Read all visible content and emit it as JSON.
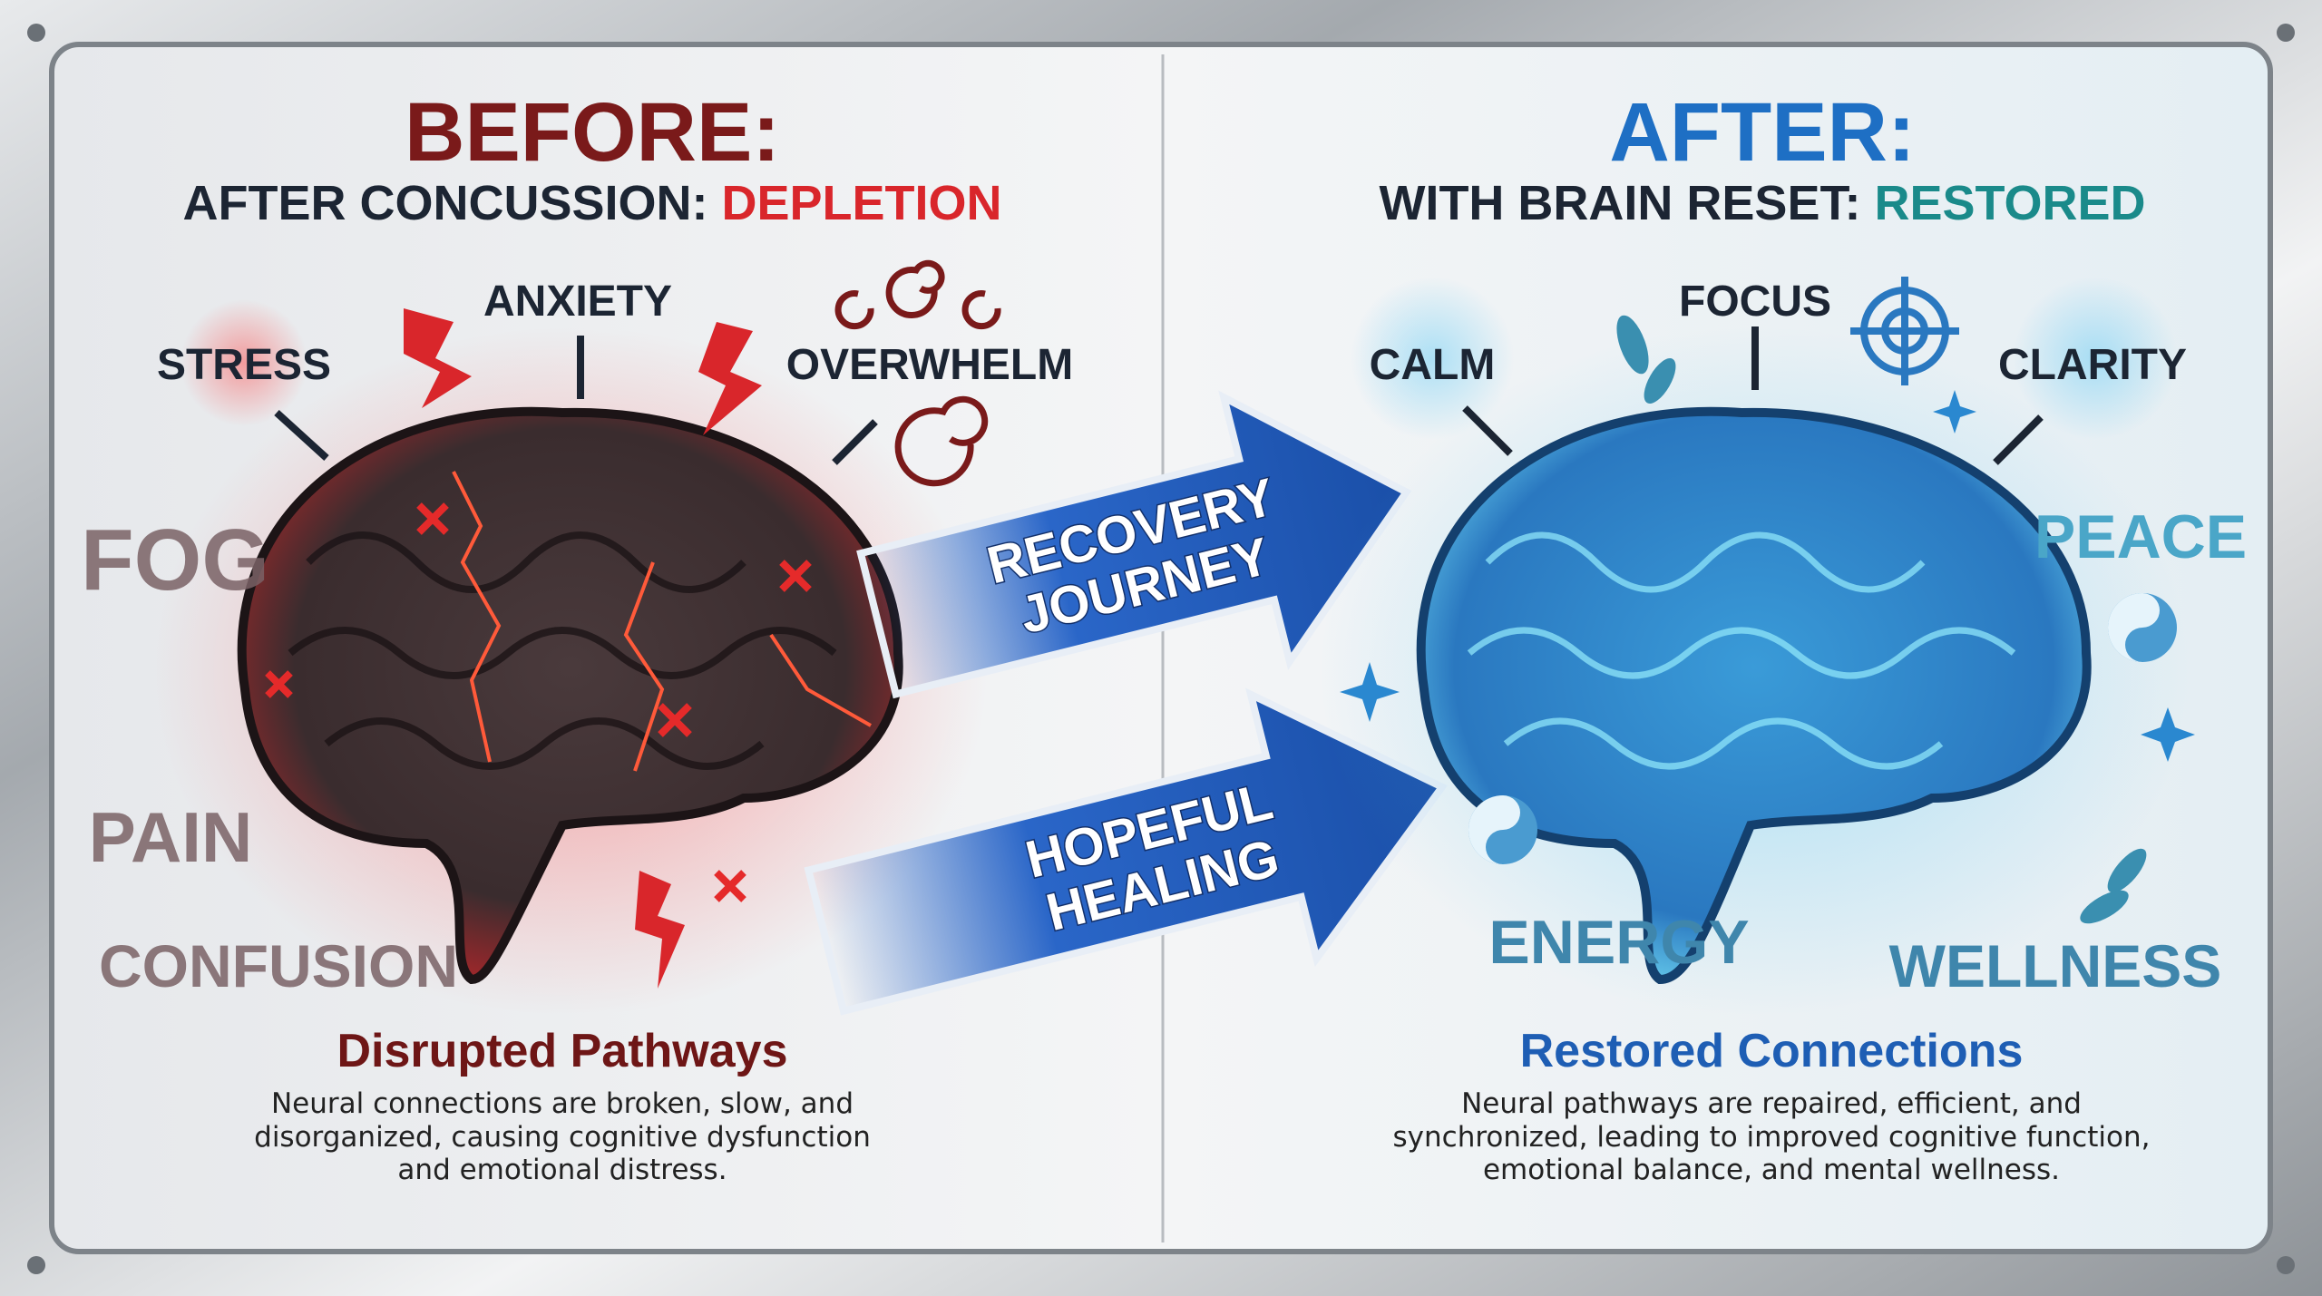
{
  "before": {
    "title": "BEFORE:",
    "subtitle_prefix": "AFTER CONCUSSION: ",
    "subtitle_highlight": "DEPLETION",
    "labels": [
      "STRESS",
      "ANXIETY",
      "OVERWHELM",
      "FOG",
      "PAIN",
      "CONFUSION"
    ],
    "heading": "Disrupted Pathways",
    "description": [
      "Neural connections are broken, slow, and",
      "disorganized, causing cognitive dysfunction",
      "and emotional distress."
    ]
  },
  "after": {
    "title": "AFTER:",
    "subtitle_prefix": "WITH BRAIN RESET: ",
    "subtitle_highlight": "RESTORED",
    "labels": [
      "CALM",
      "FOCUS",
      "CLARITY",
      "PEACE",
      "ENERGY",
      "WELLNESS"
    ],
    "heading": "Restored Connections",
    "description": [
      "Neural pathways are repaired, efficient, and",
      "synchronized, leading to improved cognitive function,",
      "emotional balance, and mental wellness."
    ]
  },
  "arrows": {
    "top": [
      "RECOVERY",
      "JOURNEY"
    ],
    "bottom": [
      "HOPEFUL",
      "HEALING"
    ]
  },
  "colors": {
    "before_title": "#7a1a1a",
    "before_accent": "#d9262b",
    "after_title": "#1e6fc4",
    "after_accent": "#1a8a8a",
    "dark": "#1c2533"
  },
  "icons": [
    "red-brain-illustration",
    "blue-brain-illustration",
    "lightning-icon",
    "spiral-icon",
    "target-icon",
    "yin-yang-icon",
    "leaf-icon",
    "sparkle-icon"
  ]
}
